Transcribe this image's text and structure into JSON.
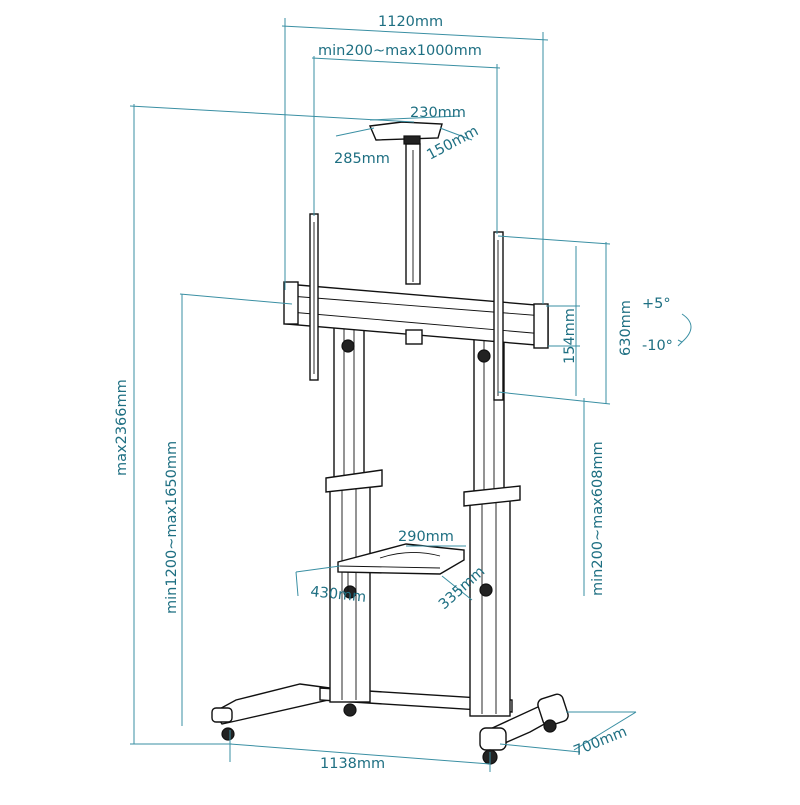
{
  "colors": {
    "dimension": "#1e6f82",
    "line": "#3a8fa3",
    "stand": "#111111"
  },
  "labels": {
    "overall_width": "1120mm",
    "vesa_width": "min200~max1000mm",
    "shelf_top_width": "230mm",
    "shelf_top_depth": "285mm",
    "shelf_top_height": "150mm",
    "tilt_up": "+5°",
    "tilt_down": "-10°",
    "vesa_height": "630mm",
    "crossbar_height": "154mm",
    "max_height": "max2366mm",
    "center_height": "min1200~max1650mm",
    "vesa_vertical": "min200~max608mm",
    "shelf_mid_width": "290mm",
    "shelf_mid_length": "430mm",
    "shelf_mid_depth": "335mm",
    "base_width": "1138mm",
    "base_depth": "700mm"
  }
}
